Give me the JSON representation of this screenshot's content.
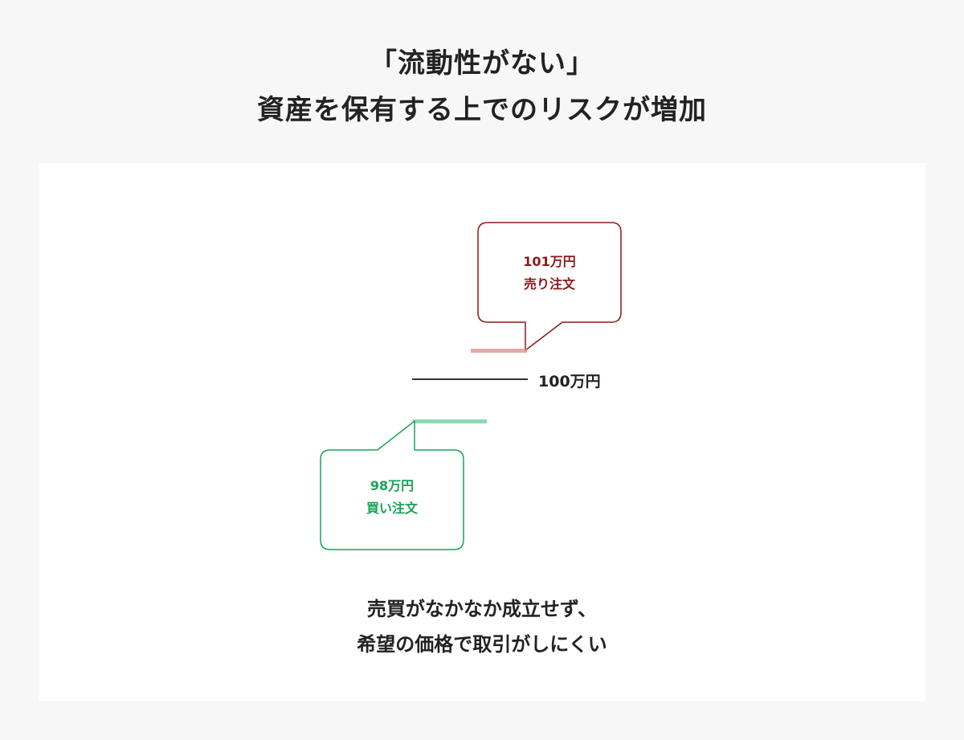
{
  "title": {
    "line1": "「流動性がない」",
    "line2": "資産を保有する上でのリスクが増加"
  },
  "sell_order": {
    "price": "101万円",
    "label": "売り注文",
    "color": "#8b1a1a"
  },
  "current_price": {
    "label": "100万円",
    "color": "#333333"
  },
  "buy_order": {
    "price": "98万円",
    "label": "買い注文",
    "color": "#1aa25a"
  },
  "caption": {
    "line1": "売買がなかなか成立せず、",
    "line2": "希望の価格で取引がしにくい"
  },
  "colors": {
    "background": "#f7f7f7",
    "panel": "#ffffff",
    "text": "#222222"
  }
}
